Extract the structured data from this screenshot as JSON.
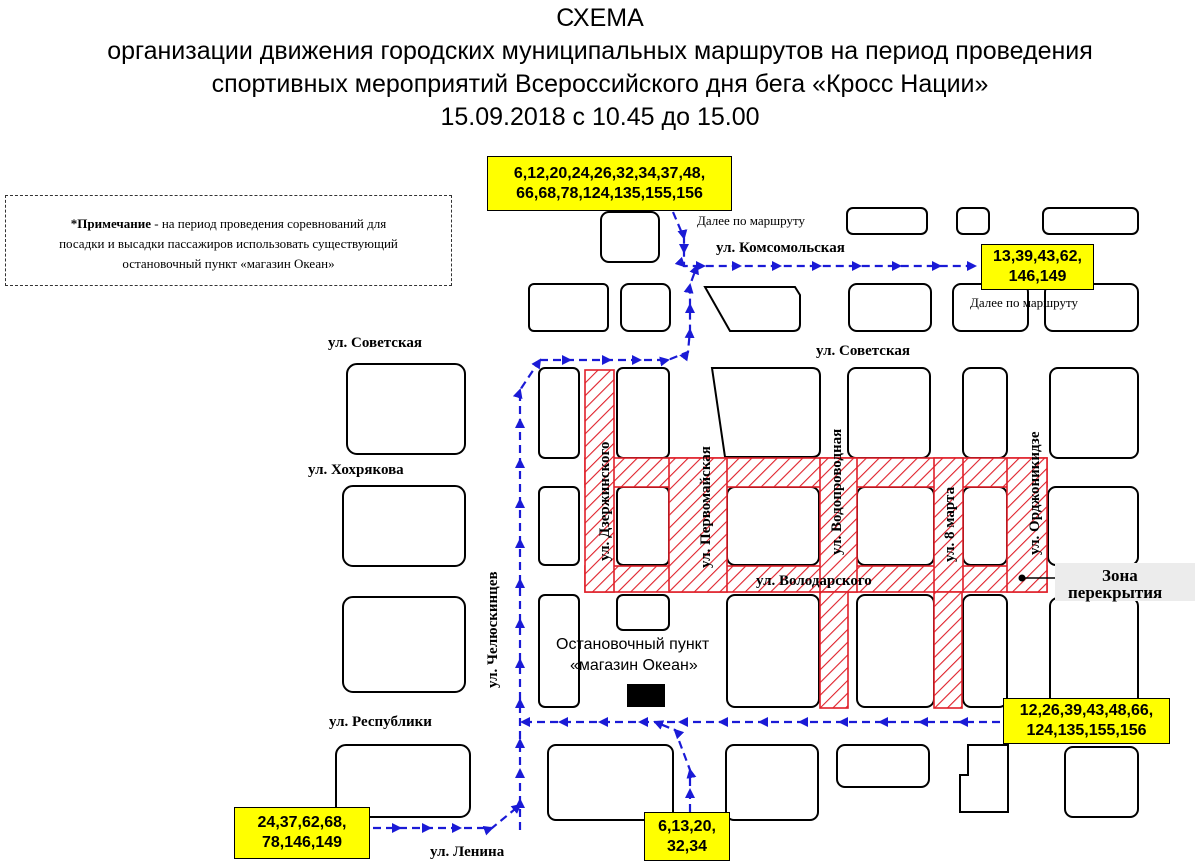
{
  "title": {
    "line1": "СХЕМА",
    "line2": "организации движения городских муниципальных маршрутов на период проведения",
    "line3": "спортивных мероприятий Всероссийского дня бега «Кросс Нации»",
    "line4": "15.09.2018 с 10.45 до 15.00"
  },
  "note": {
    "bold": "*Примечание",
    "text1": " - на период проведения соревнований  для",
    "text2": "посадки и высадки пассажиров использовать существующий",
    "text3": "остановочный пункт «магазин Океан»"
  },
  "routes": {
    "top": {
      "line1": "6,12,20,24,26,32,34,37,48,",
      "line2": "66,68,78,124,135,155,156"
    },
    "komsomolskaya": {
      "line1": "13,39,43,62,",
      "line2": "146,149"
    },
    "right_bottom": {
      "line1": "12,26,39,43,48,66,",
      "line2": "124,135,155,156"
    },
    "left_bottom": {
      "line1": "24,37,62,68,",
      "line2": "78,146,149"
    },
    "bottom_center": {
      "line1": "6,13,20,",
      "line2": "32,34"
    }
  },
  "labels": {
    "further_route_1": "Далее по маршруту",
    "further_route_2": "Далее по маршруту",
    "stop_line1": "Остановочный пункт",
    "stop_line2": "«магазин Океан»",
    "closure_line1": "Зона",
    "closure_line2": "перекрытия"
  },
  "streets": {
    "komsomolskaya": "ул. Комсомольская",
    "sovetskaya_left": "ул. Советская",
    "sovetskaya_right": "ул. Советская",
    "khokhryakova": "ул. Хохрякова",
    "respubliki": "ул. Республики",
    "lenina": "ул. Ленина",
    "chelyuskintsev": "ул. Челюскинцев",
    "dzerzhinskogo": "ул. Дзержинского",
    "pervomayskaya": "ул. Первомайская",
    "vodoprovodnaya": "ул. Водопроводная",
    "marta8": "ул. 8 марта",
    "ordzhonikidze": "ул. Орджоникидзе",
    "volodarskogo": "ул. Володарского"
  },
  "colors": {
    "route_arrow": "#1a1ad6",
    "closure_hatch": "#e0202a",
    "route_box": "#ffff00"
  }
}
